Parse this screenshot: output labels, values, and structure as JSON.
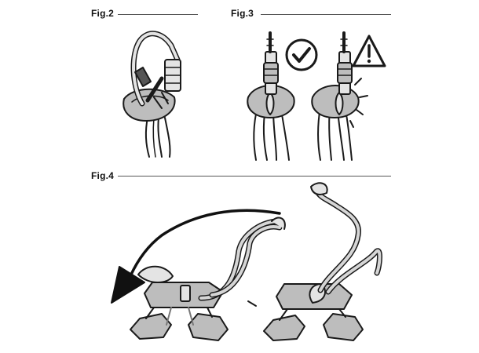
{
  "figures": [
    {
      "id": "fig2",
      "label": "Fig.2"
    },
    {
      "id": "fig3",
      "label": "Fig.3",
      "panels": [
        {
          "status": "correct",
          "icon": "checkmark-icon"
        },
        {
          "status": "warning",
          "icon": "warning-triangle-icon"
        }
      ]
    },
    {
      "id": "fig4",
      "label": "Fig.4"
    }
  ],
  "colors": {
    "line": "#1a1a1a",
    "light_fill": "#e4e4e4",
    "mid_fill": "#bdbdbd",
    "dark_fill": "#8e8e8e",
    "arrow": "#111111"
  }
}
